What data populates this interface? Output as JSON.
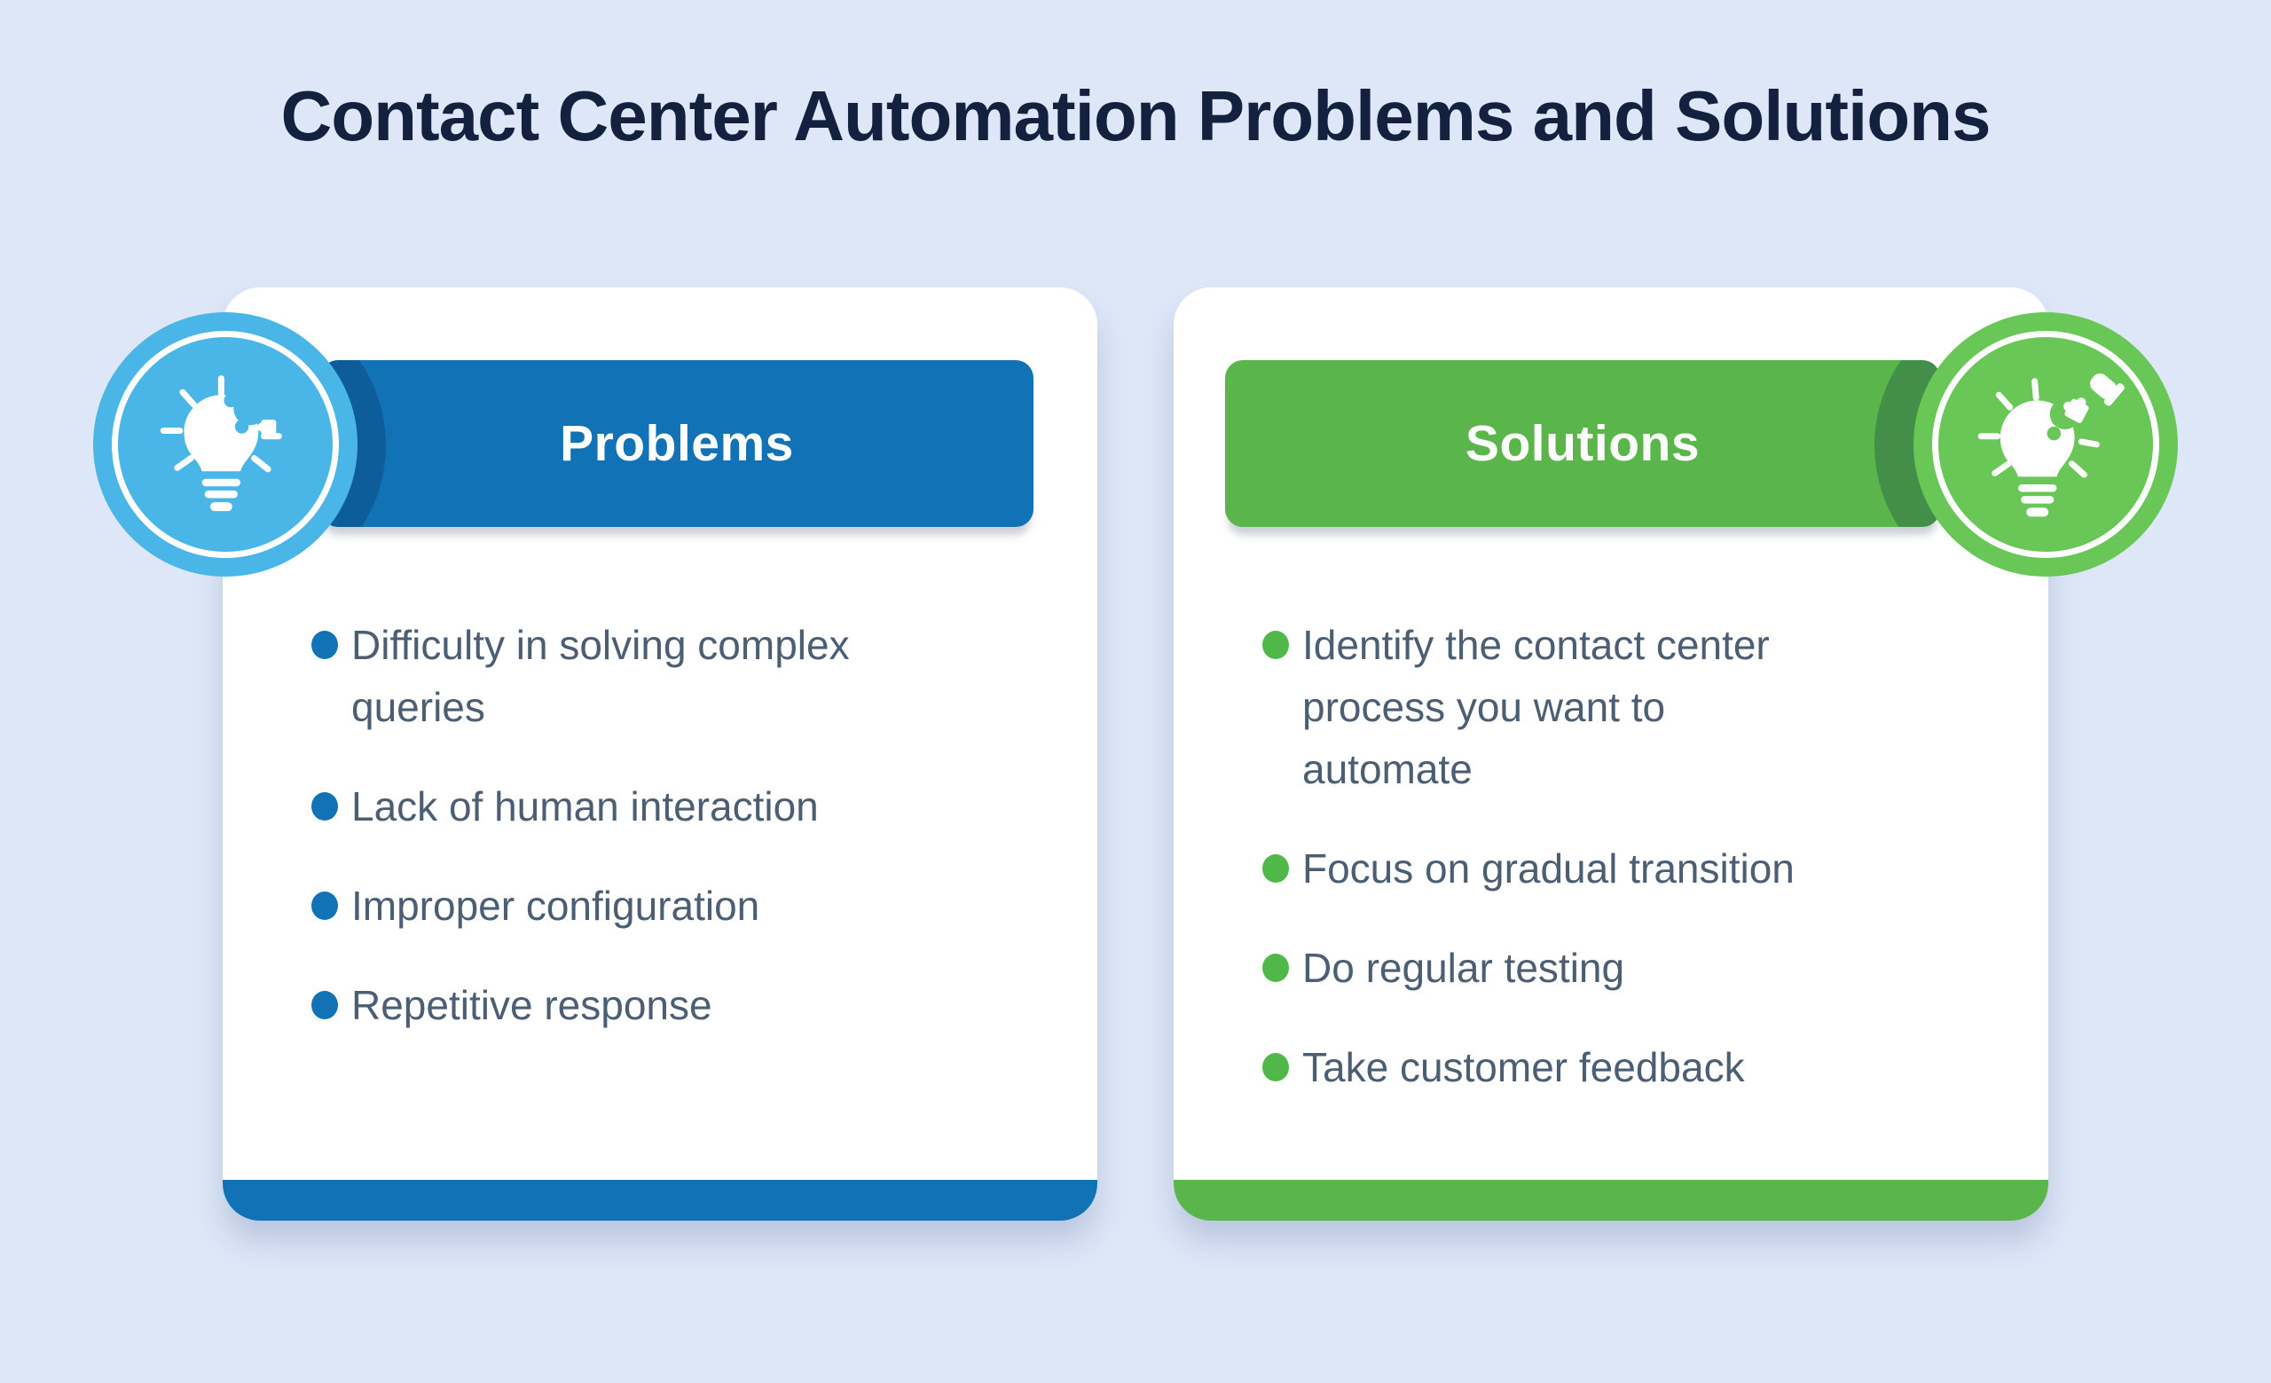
{
  "page": {
    "title": "Contact Center Automation Problems and Solutions",
    "background_color": "#dee7f8",
    "title_color": "#13203e"
  },
  "colors": {
    "problems_accent": "#1272b6",
    "problems_badge": "#4ab6e7",
    "solutions_accent": "#5ab54b",
    "solutions_badge": "#68c756",
    "solutions_bullet": "#4fb848",
    "list_text": "#4c5e73",
    "card_background": "#ffffff"
  },
  "cards": [
    {
      "id": "problems",
      "title": "Problems",
      "icon": "problem-bulb-puzzle-icon",
      "items": [
        "Difficulty in solving complex\nqueries",
        "Lack of human interaction",
        "Improper configuration",
        "Repetitive response"
      ]
    },
    {
      "id": "solutions",
      "title": "Solutions",
      "icon": "solution-bulb-puzzle-hand-icon",
      "items": [
        "Identify the contact center\nprocess you want to\nautomate",
        "Focus on gradual transition",
        "Do regular testing",
        "Take customer feedback"
      ]
    }
  ]
}
